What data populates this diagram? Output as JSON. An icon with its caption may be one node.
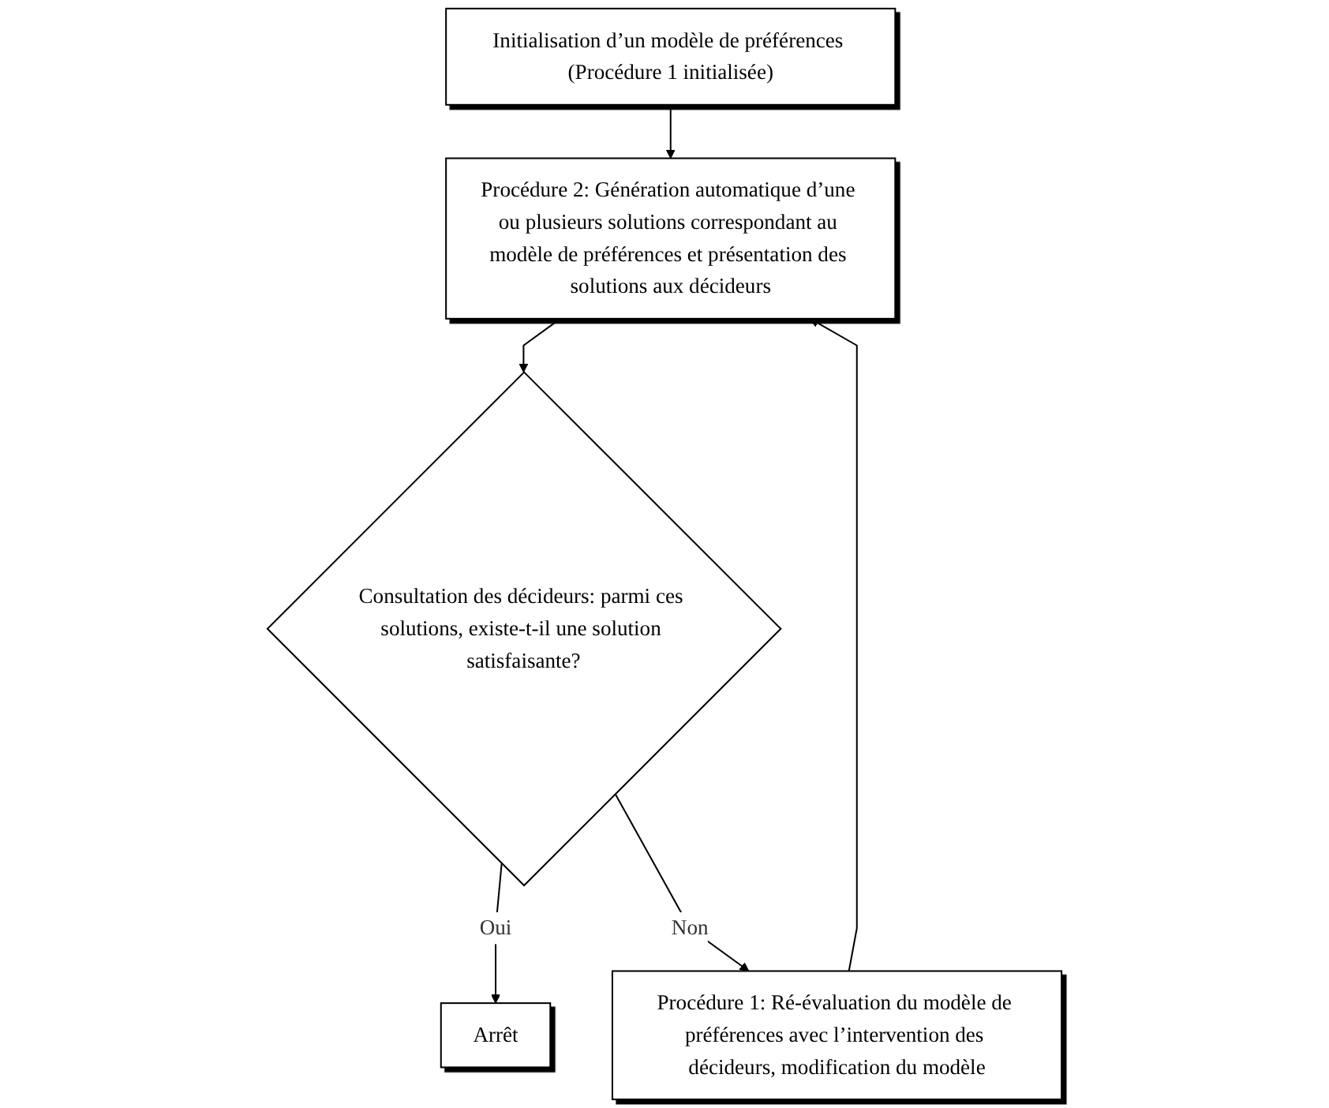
{
  "diagram": {
    "nodes": [
      {
        "text": [
          "Initialisation d’un modèle de préférences (Procédure 1 initialisée)"
        ]
      },
      {
        "text": [
          "Procédure 2: Génération automatique d’une ou plusieurs solutions correspondant au modèle de préférences et présentation des solutions aux décideurs"
        ]
      },
      {
        "text": [
          "Consultation des décideurs: parmi ces solutions, existe-t-il une solution satisfaisante?"
        ]
      },
      {
        "text": [
          "Arrêt"
        ]
      },
      {
        "text": [
          "Procédure 1: Ré-évaluation du modèle de préférences avec l’intervention des décideurs, modification du modèle"
        ]
      }
    ],
    "edges": [
      {
        "from": 0,
        "to": 1,
        "arrow": "to"
      },
      {
        "from": 1,
        "to": 2,
        "arrow": "to"
      },
      {
        "from": 2,
        "to": 3,
        "arrow": "to",
        "label": "Oui"
      },
      {
        "from": 2,
        "to": 4,
        "arrow": "to",
        "label": "Non"
      },
      {
        "from": 4,
        "to": 1,
        "arrow": "to"
      }
    ]
  }
}
